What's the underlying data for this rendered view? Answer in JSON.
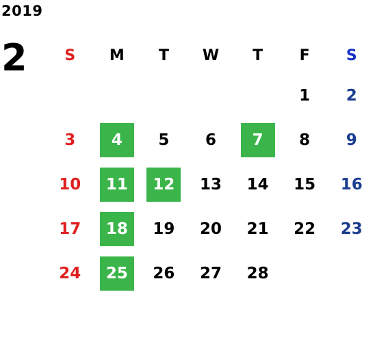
{
  "year": "2019",
  "month": "2",
  "weekdays": [
    "S",
    "M",
    "T",
    "W",
    "T",
    "F",
    "S"
  ],
  "weeks": [
    [
      "",
      "",
      "",
      "",
      "",
      "1",
      "2"
    ],
    [
      "3",
      "4",
      "5",
      "6",
      "7",
      "8",
      "9"
    ],
    [
      "10",
      "11",
      "12",
      "13",
      "14",
      "15",
      "16"
    ],
    [
      "17",
      "18",
      "19",
      "20",
      "21",
      "22",
      "23"
    ],
    [
      "24",
      "25",
      "26",
      "27",
      "28",
      "",
      ""
    ]
  ],
  "highlighted_days": [
    "4",
    "7",
    "11",
    "12",
    "18",
    "25"
  ],
  "colors": {
    "highlight": "#3bb54a",
    "sunday": "#e02020",
    "saturday": "#1a3d8f",
    "saturday_header": "#1530c8"
  }
}
